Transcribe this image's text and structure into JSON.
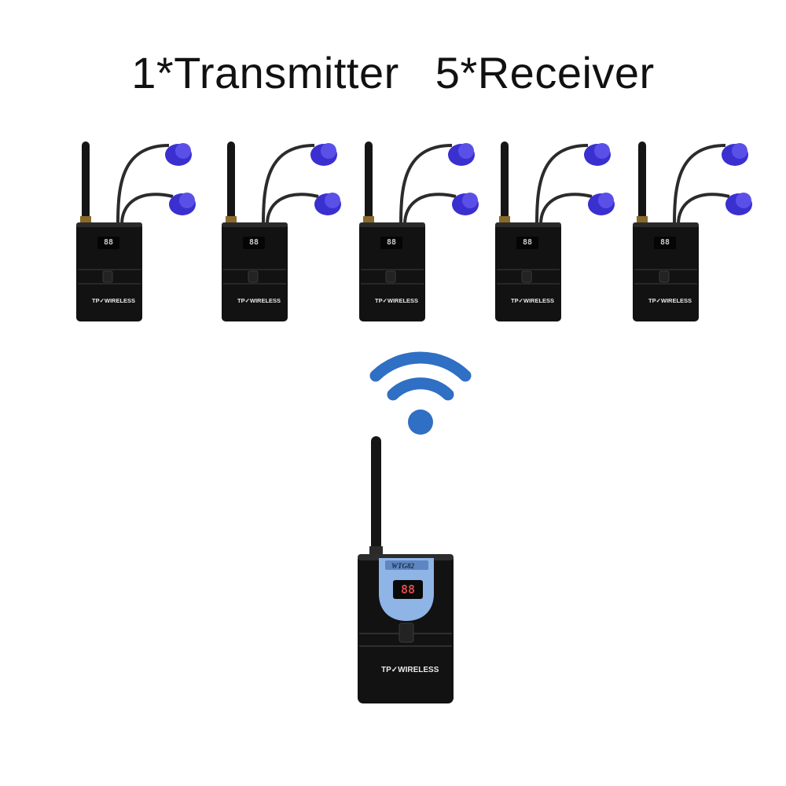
{
  "headline": {
    "transmitter_text": "1*Transmitter",
    "receiver_text": "5*Receiver"
  },
  "receivers": [
    {
      "brand": "TP✓WIRELESS",
      "display": "88"
    },
    {
      "brand": "TP✓WIRELESS",
      "display": "88"
    },
    {
      "brand": "TP✓WIRELESS",
      "display": "88"
    },
    {
      "brand": "TP✓WIRELESS",
      "display": "88"
    },
    {
      "brand": "TP✓WIRELESS",
      "display": "88"
    }
  ],
  "transmitter": {
    "model": "WTG82",
    "display": "88",
    "brand": "TP✓WIRELESS"
  },
  "colors": {
    "wifi": "#2f6fc4",
    "device_body": "#141414",
    "earbud": "#3b2fd0",
    "panel": "#8fb4e6"
  },
  "icons": {
    "signal": "wifi-icon"
  }
}
